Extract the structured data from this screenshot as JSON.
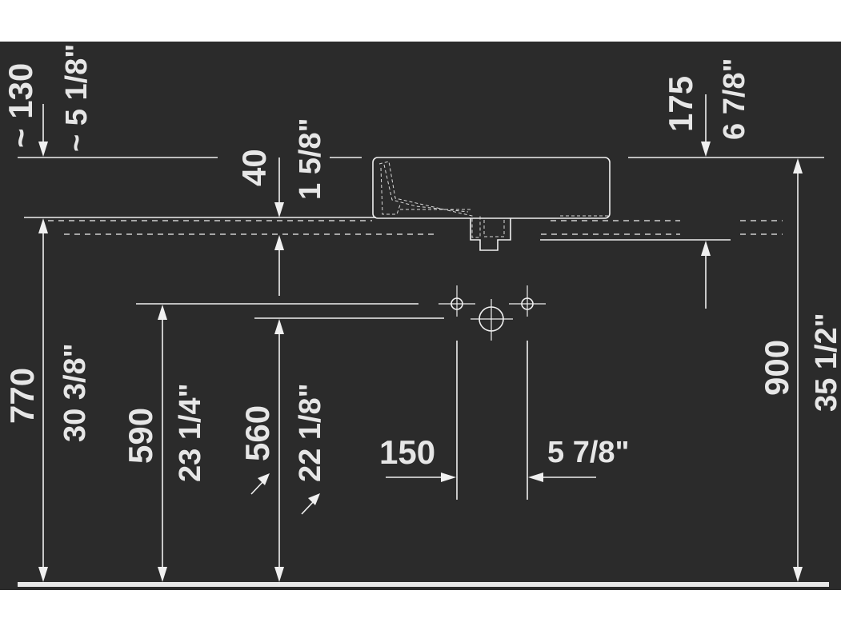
{
  "colors": {
    "background": "#2b2b2b",
    "line": "#f0f0f0",
    "text": "#e6e6e6",
    "page": "#ffffff"
  },
  "dimensions": {
    "top_left_mm": "~ 130",
    "top_left_in": "~ 5 1/8\"",
    "rim_mm": "40",
    "rim_in": "1 5/8\"",
    "top_right_mm": "175",
    "top_right_in": "6 7/8\"",
    "height_770_mm": "770",
    "height_770_in": "30 3/8\"",
    "height_590_mm": "590",
    "height_590_in": "23 1/4\"",
    "height_560_mm": "560",
    "height_560_in": "22 1/8\"",
    "spacing_mm": "150",
    "spacing_in": "5 7/8\"",
    "height_900_mm": "900",
    "height_900_in": "35 1/2\""
  }
}
